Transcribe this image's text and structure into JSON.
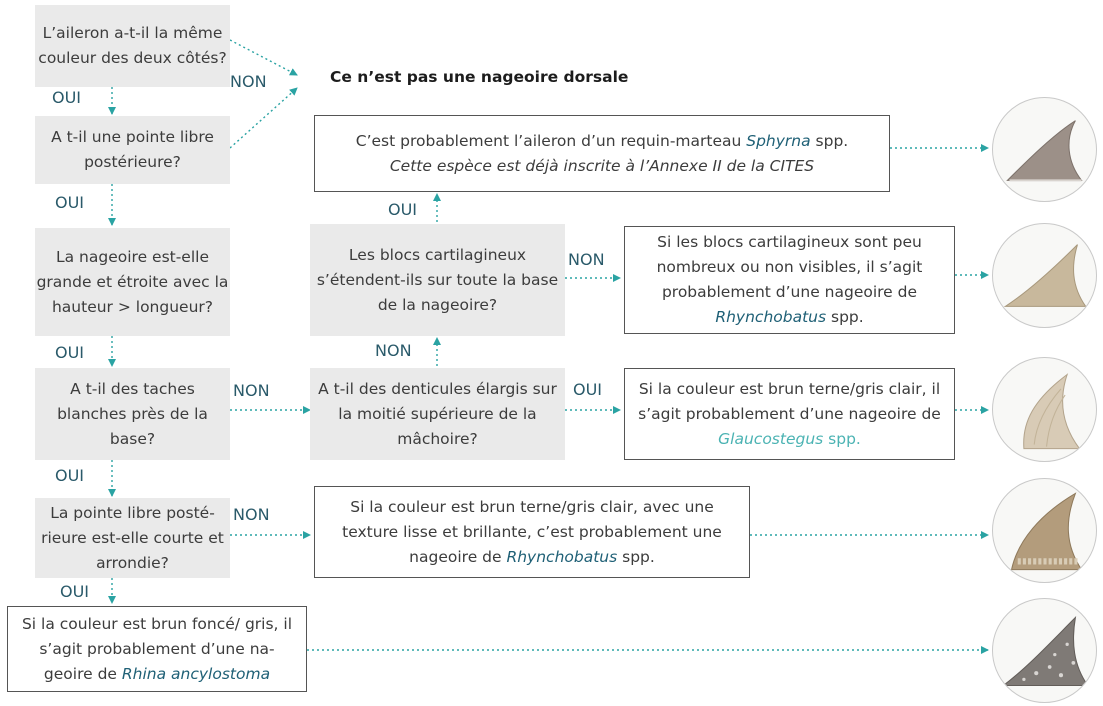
{
  "accent": "#2aa3a3",
  "question_bg": "#eaeaea",
  "heading": "Ce n’est pas une nageoire dorsale",
  "labels": {
    "yes": "OUI",
    "no": "NON"
  },
  "questions": {
    "q1": "L’aileron a-t-il la même couleur des deux côtés?",
    "q2": "A t-il une pointe libre postérieure?",
    "q3": "La nageoire est-elle grande et étroite avec la hauteur > longueur?",
    "q4": "A t-il des taches blanches près de la base?",
    "q5": "La pointe libre posté- rieure est-elle courte et arrondie?",
    "q6": "Les blocs cartilagineux s’étendent-ils sur toute la base de la nageoire?",
    "q7": "A t-il des denticules élargis sur la moitié supérieure de la mâchoire?"
  },
  "results": {
    "r1": {
      "before": "C’est probablement l’aileron d’un requin-marteau ",
      "species": "Sphyrna",
      "after": " spp.",
      "note": "Cette espèce est déjà inscrite à l’Annexe II de la CITES"
    },
    "r2": {
      "before": "Si les blocs cartilagineux sont peu nombreux ou non visibles, il s’agit probablement d’une nageoire de ",
      "species": "Rhynchobatus",
      "after": " spp."
    },
    "r3": {
      "before": "Si la couleur est brun terne/gris clair, il s’agit probablement d’une nageoire de ",
      "species": "Glaucostegus",
      "after": " spp."
    },
    "r4": {
      "before": "Si la couleur est brun terne/gris clair, avec une texture lisse et brillante, c’est probablement une nageoire de ",
      "species": "Rhynchobatus",
      "after": " spp."
    },
    "r5": {
      "before": "Si la couleur est brun foncé/ gris, il s’agit probablement d’une na- geoire de ",
      "species": "Rhina ancylostoma",
      "after": ""
    }
  }
}
